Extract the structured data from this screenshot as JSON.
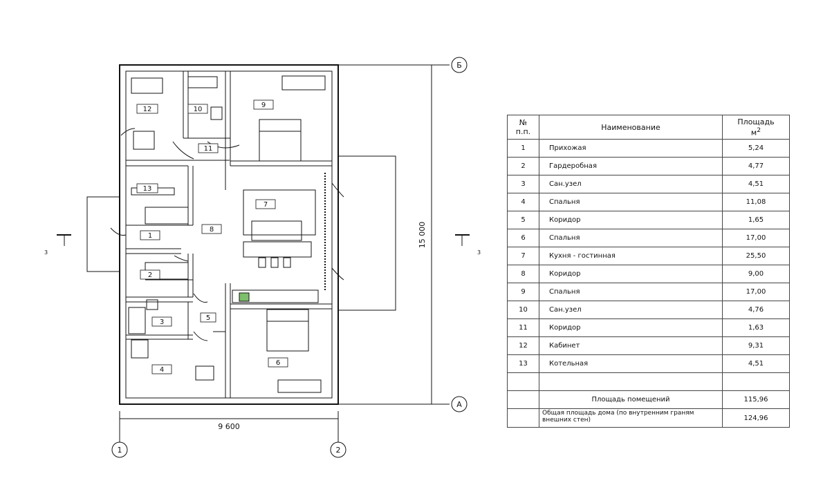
{
  "plan": {
    "rooms": [
      {
        "number": "1"
      },
      {
        "number": "2"
      },
      {
        "number": "3"
      },
      {
        "number": "4"
      },
      {
        "number": "5"
      },
      {
        "number": "6"
      },
      {
        "number": "7"
      },
      {
        "number": "8"
      },
      {
        "number": "9"
      },
      {
        "number": "10"
      },
      {
        "number": "11"
      },
      {
        "number": "12"
      },
      {
        "number": "13"
      }
    ],
    "dimensions": {
      "width": "9 600",
      "height": "15 000"
    },
    "axes": {
      "top": "Б",
      "bottom": "А",
      "left": "1",
      "right": "2"
    },
    "section_marks": {
      "left": "3",
      "right": "3"
    }
  },
  "table": {
    "headers": {
      "number": "№\nп.п.",
      "name": "Наименование",
      "area": "Площадь\nм²"
    },
    "rows": [
      {
        "n": "1",
        "name": "Прихожая",
        "area": "5,24"
      },
      {
        "n": "2",
        "name": "Гардеробная",
        "area": "4,77"
      },
      {
        "n": "3",
        "name": "Сан.узел",
        "area": "4,51"
      },
      {
        "n": "4",
        "name": "Спальня",
        "area": "11,08"
      },
      {
        "n": "5",
        "name": "Коридор",
        "area": "1,65"
      },
      {
        "n": "6",
        "name": "Спальня",
        "area": "17,00"
      },
      {
        "n": "7",
        "name": "Кухня - гостинная",
        "area": "25,50"
      },
      {
        "n": "8",
        "name": "Коридор",
        "area": "9,00"
      },
      {
        "n": "9",
        "name": "Спальня",
        "area": "17,00"
      },
      {
        "n": "10",
        "name": "Сан.узел",
        "area": "4,76"
      },
      {
        "n": "11",
        "name": "Коридор",
        "area": "1,63"
      },
      {
        "n": "12",
        "name": "Кабинет",
        "area": "9,31"
      },
      {
        "n": "13",
        "name": "Котельная",
        "area": "4,51"
      }
    ],
    "total_rooms_label": "Площадь помещений",
    "total_rooms_value": "115,96",
    "total_house_label": "Общая площадь дома (по внутренним граням внешних стен)",
    "total_house_value": "124,96"
  }
}
